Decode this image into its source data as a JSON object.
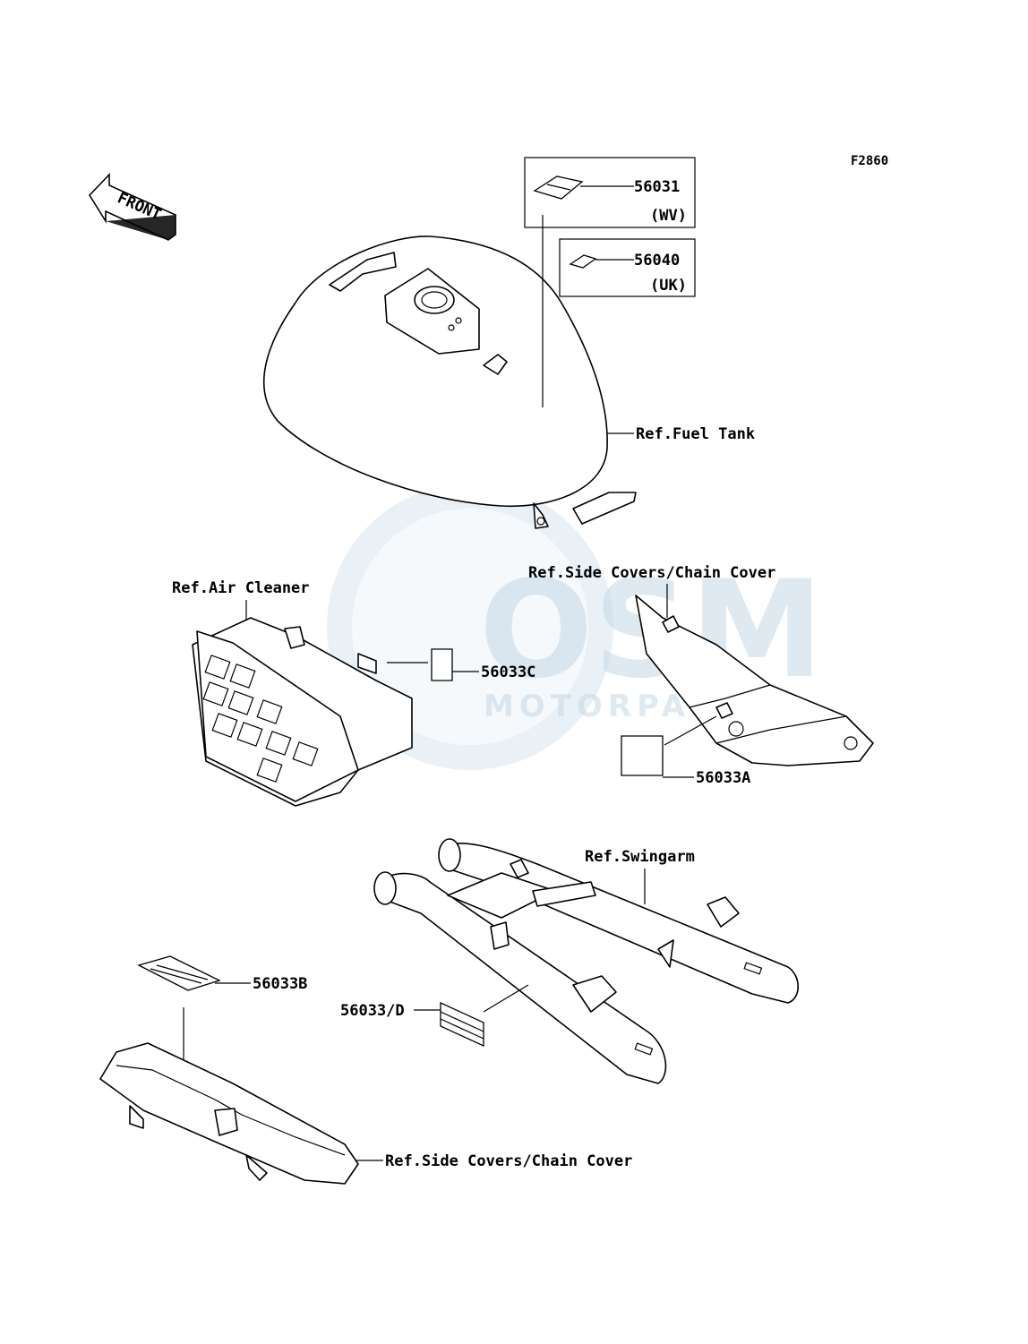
{
  "figure_code": "F2860",
  "front_arrow_label": "FRONT",
  "watermark": {
    "brand": "OSM",
    "sub": "MOTORPARTS"
  },
  "labels": {
    "part_56031": "56031",
    "region_wv": "(WV)",
    "part_56040": "56040",
    "region_uk": "(UK)",
    "ref_fuel_tank": "Ref.Fuel Tank",
    "ref_air_cleaner": "Ref.Air Cleaner",
    "part_56033c": "56033C",
    "ref_side_covers_top": "Ref.Side Covers/Chain Cover",
    "part_56033a": "56033A",
    "ref_swingarm": "Ref.Swingarm",
    "part_56033b": "56033B",
    "part_56033d": "56033/D",
    "ref_side_covers_bottom": "Ref.Side Covers/Chain Cover"
  }
}
